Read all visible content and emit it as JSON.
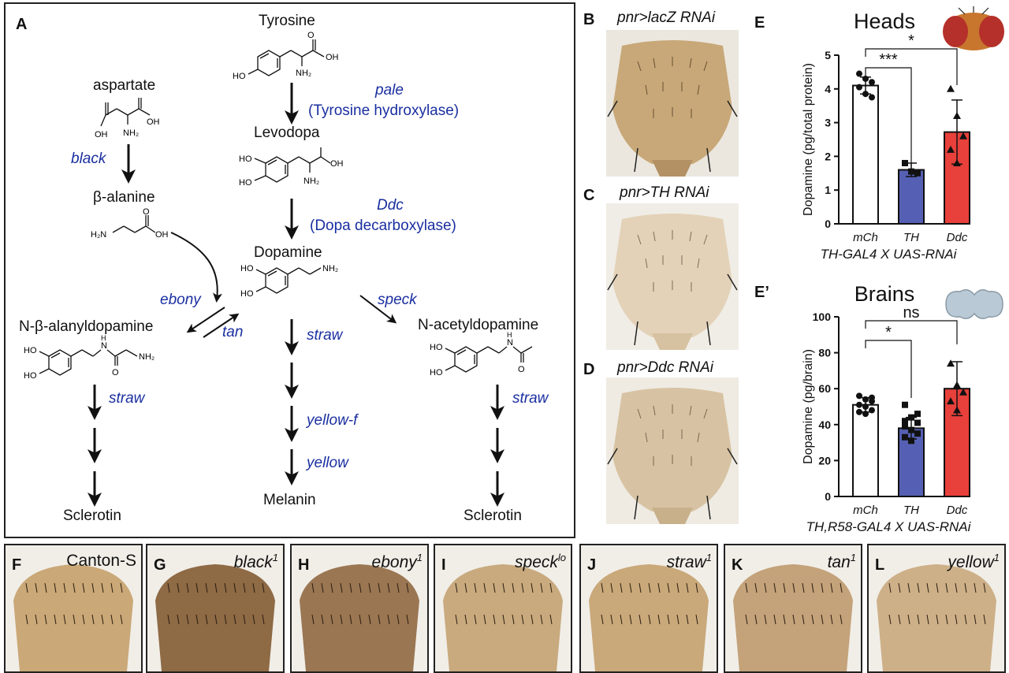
{
  "panel_letters": {
    "a": "A",
    "b": "B",
    "c": "C",
    "d": "D",
    "e": "E",
    "e_prime": "E’"
  },
  "pathway": {
    "tyrosine": "Tyrosine",
    "levodopa": "Levodopa",
    "dopamine": "Dopamine",
    "aspartate": "aspartate",
    "beta_alanine": "β-alanine",
    "nbad": "N-β-alanyldopamine",
    "nada": "N-acetyldopamine",
    "melanin": "Melanin",
    "sclerotin_left": "Sclerotin",
    "sclerotin_right": "Sclerotin",
    "genes": {
      "pale": "pale",
      "pale_enzyme": "(Tyrosine hydroxylase)",
      "ddc": "Ddc",
      "ddc_enzyme": "(Dopa decarboxylase)",
      "black": "black",
      "ebony": "ebony",
      "tan": "tan",
      "speck": "speck",
      "straw_center": "straw",
      "yellow_f": "yellow-f",
      "yellow": "yellow",
      "straw_left": "straw",
      "straw_right": "straw"
    },
    "atoms": {
      "oh": "OH",
      "nh2": "NH₂",
      "ho": "HO",
      "o": "O",
      "n": "N",
      "h": "H",
      "h2n": "H₂N"
    }
  },
  "photo_captions": {
    "b": "pnr>lacZ RNAi",
    "c": "pnr>TH RNAi",
    "d": "pnr>Ddc RNAi"
  },
  "bottom_panels": [
    {
      "letter": "F",
      "label": "Canton-S",
      "sup": ""
    },
    {
      "letter": "G",
      "label": "black",
      "sup": "1"
    },
    {
      "letter": "H",
      "label": "ebony",
      "sup": "1"
    },
    {
      "letter": "I",
      "label": "speck",
      "sup": "lo"
    },
    {
      "letter": "J",
      "label": "straw",
      "sup": "1"
    },
    {
      "letter": "K",
      "label": "tan",
      "sup": "1"
    },
    {
      "letter": "L",
      "label": "yellow",
      "sup": "1"
    }
  ],
  "chart_data": [
    {
      "type": "bar",
      "title": "Heads",
      "ylabel": "Dopamine (pg/total protein)",
      "xlabel": "TH-GAL4 X UAS-RNAi",
      "categories": [
        "mCh",
        "TH",
        "Ddc"
      ],
      "values": [
        4.1,
        1.6,
        2.72
      ],
      "errors": [
        0.25,
        0.2,
        0.95
      ],
      "colors": [
        "#ffffff",
        "#5560b4",
        "#e8403b"
      ],
      "ylim": [
        0,
        5
      ],
      "yticks": [
        "0",
        "1",
        "2",
        "3",
        "4",
        "5"
      ],
      "points": [
        [
          4.45,
          4.3,
          4.2,
          4.05,
          3.85,
          3.75
        ],
        [
          1.8,
          1.55,
          1.5
        ],
        [
          4.0,
          3.2,
          2.6,
          2.2,
          1.8
        ]
      ],
      "markers": [
        "circle",
        "square",
        "triangle"
      ],
      "significance": [
        {
          "pair": [
            0,
            1
          ],
          "label": "***"
        },
        {
          "pair": [
            0,
            2
          ],
          "label": "*"
        }
      ]
    },
    {
      "type": "bar",
      "title": "Brains",
      "ylabel": "Dopamine (pg/brain)",
      "xlabel": "TH,R58-GAL4 X UAS-RNAi",
      "categories": [
        "mCh",
        "TH",
        "Ddc"
      ],
      "values": [
        51,
        38,
        60
      ],
      "errors": [
        4,
        6,
        15
      ],
      "colors": [
        "#ffffff",
        "#5560b4",
        "#e8403b"
      ],
      "ylim": [
        0,
        100
      ],
      "yticks": [
        "0",
        "20",
        "40",
        "60",
        "80",
        "100"
      ],
      "points": [
        [
          56,
          54,
          53,
          51,
          50,
          48,
          47,
          46,
          55
        ],
        [
          51,
          44,
          41,
          39,
          37,
          35,
          33,
          31,
          46,
          42
        ],
        [
          74,
          62,
          58,
          53,
          48
        ]
      ],
      "markers": [
        "circle",
        "square",
        "triangle"
      ],
      "significance": [
        {
          "pair": [
            0,
            1
          ],
          "label": "*"
        },
        {
          "pair": [
            0,
            2
          ],
          "label": "ns"
        }
      ]
    }
  ]
}
